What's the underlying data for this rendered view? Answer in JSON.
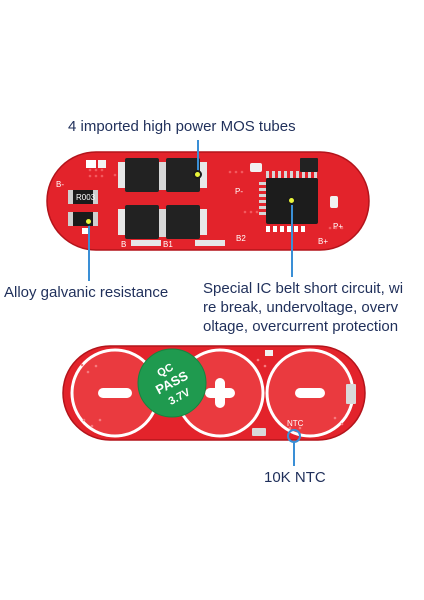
{
  "callouts": {
    "mos_tubes": "4 imported high power MOS tubes",
    "resistance": "Alloy galvanic resistance",
    "ic_line1": "Special IC belt short circuit, wi",
    "ic_line2": "re break, undervoltage, overv",
    "ic_line3": "oltage, overcurrent protection",
    "ntc": "10K NTC"
  },
  "board_top": {
    "pad_b_minus": "B-",
    "pad_p_minus": "P-",
    "pad_p_plus": "P+",
    "pad_b_plus": "B+",
    "pad_b": "B",
    "pad_b1": "B1",
    "pad_b2": "B2",
    "resistor_code": "R003"
  },
  "board_bottom": {
    "sticker_line1": "QC",
    "sticker_line2": "PASS",
    "sticker_line3": "3.7V",
    "ntc_silk": "NTC"
  },
  "colors": {
    "pcb_red": "#e3232b",
    "callout_blue": "#3a8fd6",
    "sticker_green": "#1f9a4f",
    "text_navy": "#1f2f5a"
  }
}
